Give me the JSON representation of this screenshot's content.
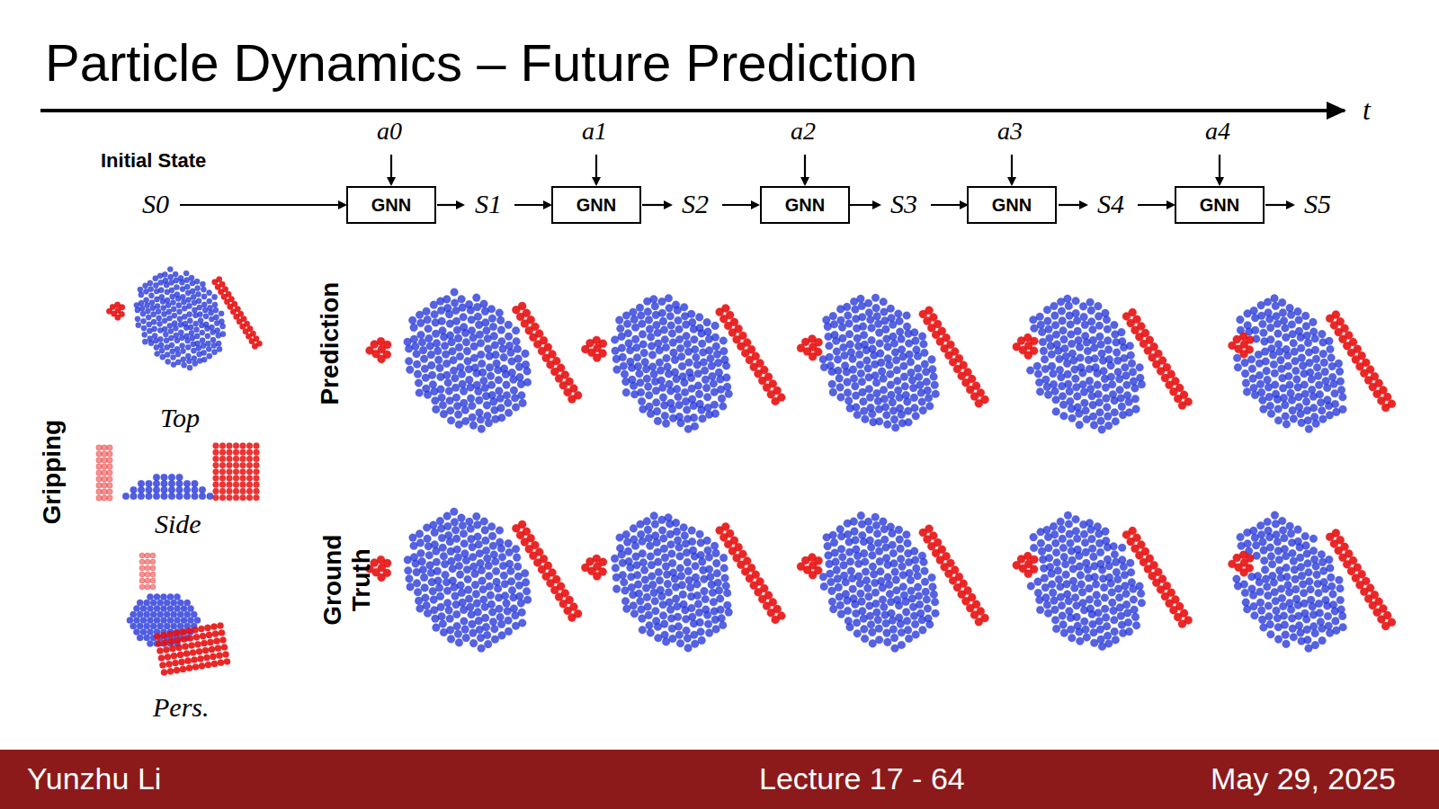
{
  "diagram": {
    "title": "Particle Dynamics – Future Prediction",
    "nodes": [
      {
        "text": [
          "GNN"
        ]
      },
      {
        "text": [
          "GNN"
        ]
      },
      {
        "text": [
          "GNN"
        ]
      },
      {
        "text": [
          "GNN"
        ]
      },
      {
        "text": [
          "GNN"
        ]
      },
      {
        "text": [
          "Yunzhu Li",
          "Lecture 17 - 64",
          "May 29, 2025"
        ]
      }
    ],
    "labels": [
      "t",
      "Initial State",
      "a0",
      "a1",
      "a2",
      "a3",
      "a4",
      "S0",
      "S1",
      "S2",
      "S3",
      "S4",
      "S5",
      "Gripping",
      "Top",
      "Side",
      "Pers.",
      "Prediction",
      "Ground Truth"
    ]
  }
}
